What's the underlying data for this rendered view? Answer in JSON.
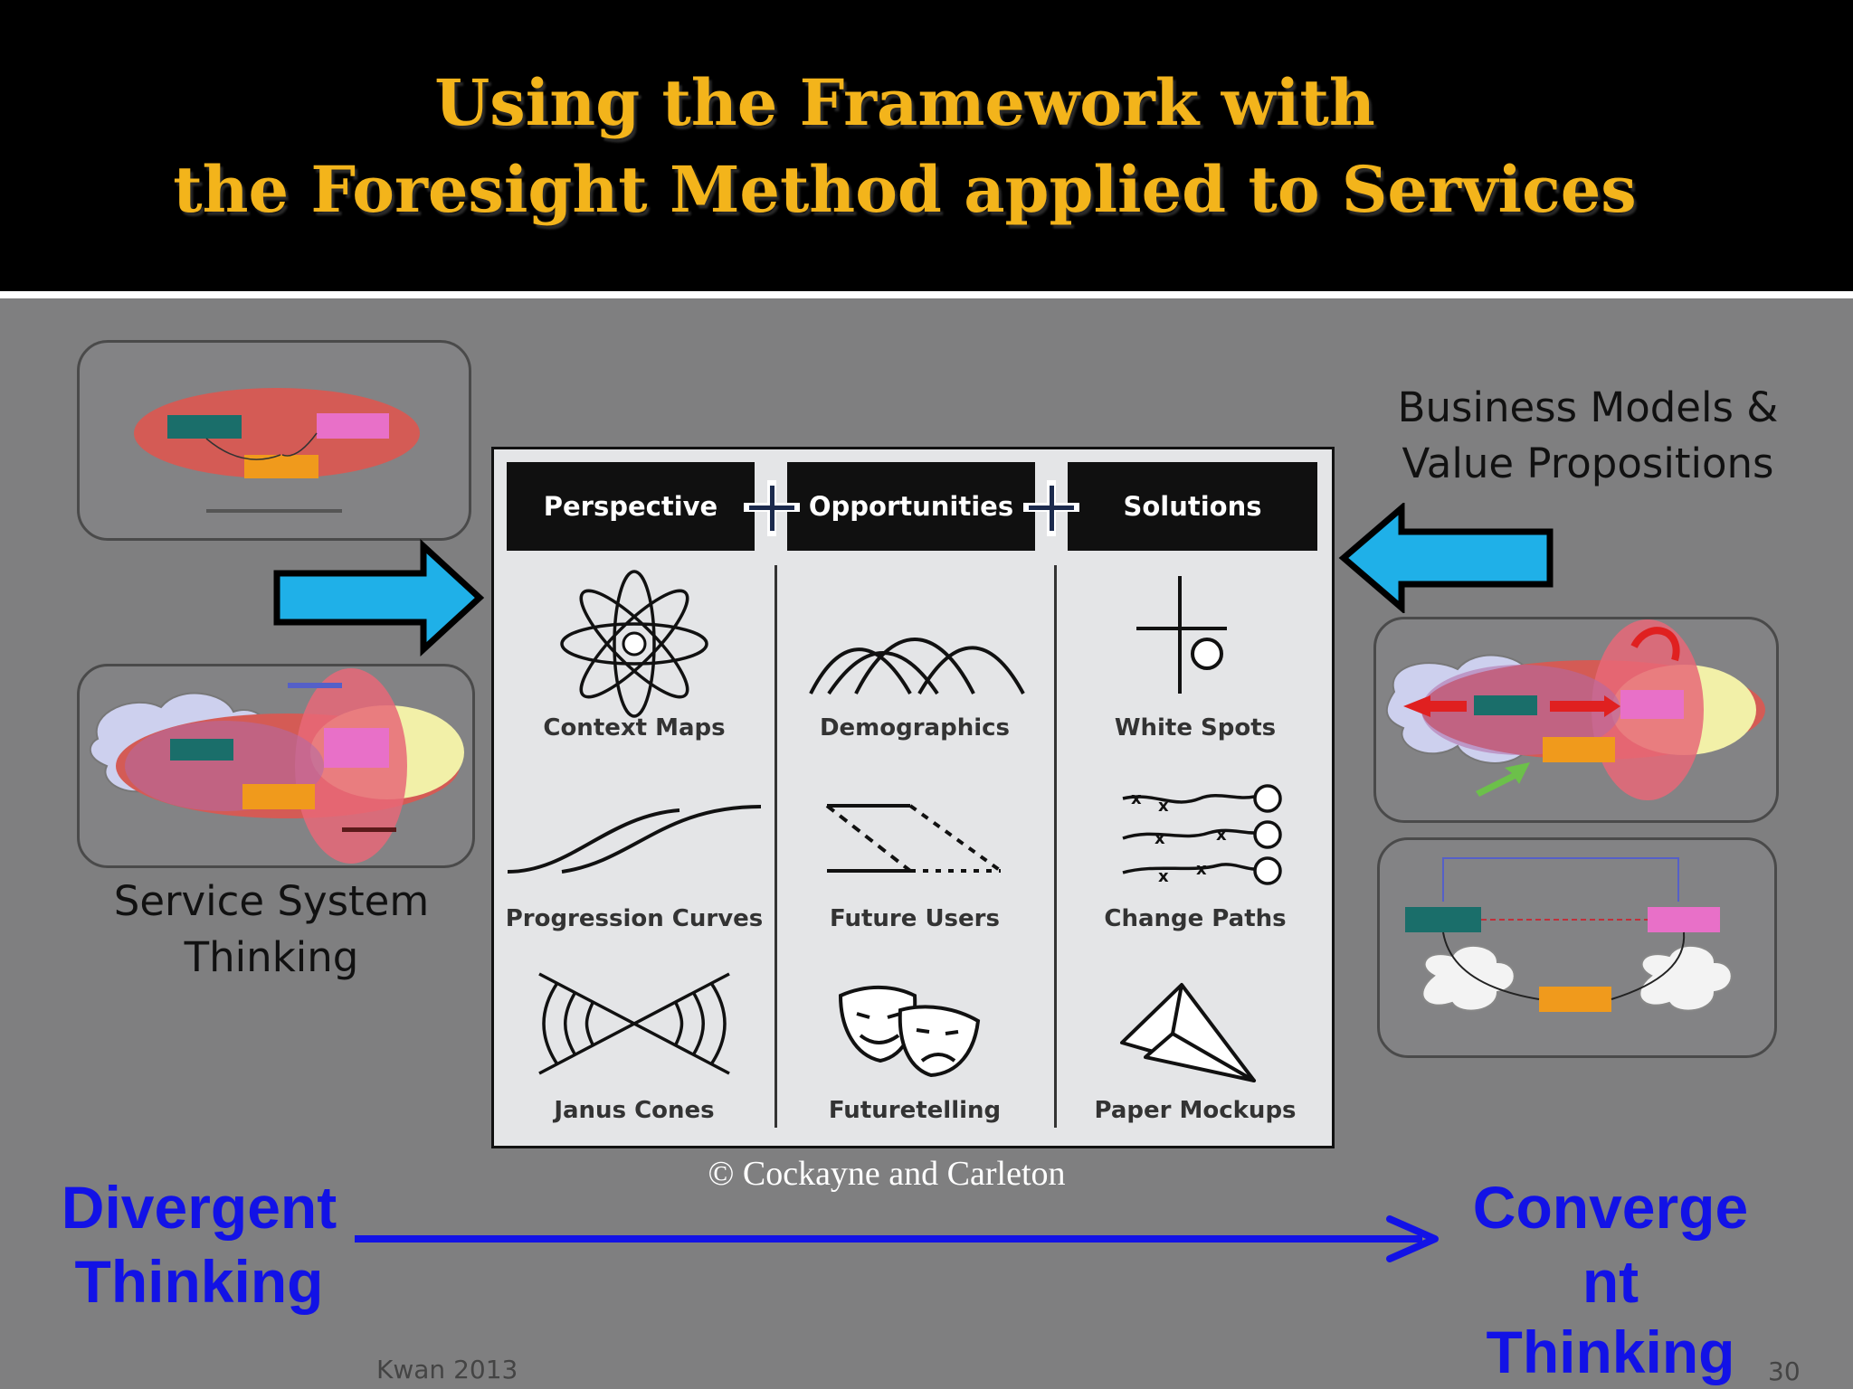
{
  "title": {
    "line1": "Using the Framework with",
    "line2": "the Foresight Method applied to Services"
  },
  "left": {
    "caption_line1": "Service System",
    "caption_line2": "Thinking"
  },
  "right": {
    "caption_line1": "Business Models &",
    "caption_line2": "Value Propositions"
  },
  "framework": {
    "headers": [
      "Perspective",
      "Opportunities",
      "Solutions"
    ],
    "cells": [
      "Context Maps",
      "Demographics",
      "White Spots",
      "Progression Curves",
      "Future Users",
      "Change Paths",
      "Janus Cones",
      "Futuretelling",
      "Paper Mockups"
    ]
  },
  "copyright": "© Cockayne and Carleton",
  "divergent": {
    "line1": "Divergent",
    "line2": "Thinking"
  },
  "convergent": {
    "line1": "Converge",
    "line2": "nt",
    "line3": "Thinking"
  },
  "footer": {
    "author": "Kwan 2013",
    "page": "30"
  },
  "colors": {
    "title": "#f3b41b",
    "accent_blue": "#1212e6",
    "arrow_cyan": "#1fb0e8",
    "background": "#7f7f80"
  }
}
